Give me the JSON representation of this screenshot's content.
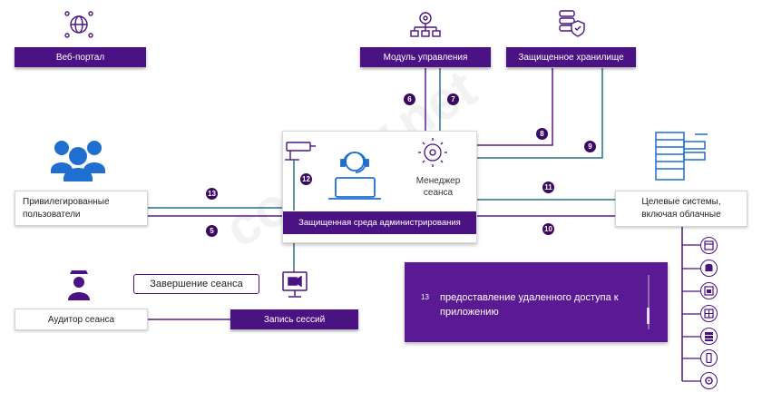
{
  "colors": {
    "primary": "#4b1283",
    "line_purple": "#5a1a94",
    "line_teal": "#2a6f86",
    "icon_blue": "#1f6fd1"
  },
  "boxes": {
    "web_portal": "Веб-портал",
    "management_module": "Модуль управления",
    "secure_storage": "Защищенное хранилище",
    "privileged_users": "Привилегированные пользователи",
    "target_systems": "Целевые системы, включая облачные",
    "session_auditor": "Аудитор сеанса",
    "session_recording": "Запись сессий",
    "session_end": "Завершение сеанса",
    "secure_admin_env": "Защищенная среда администрирования",
    "session_manager": "Менеджер сеанса"
  },
  "badges": {
    "b5": "5",
    "b6": "6",
    "b7": "7",
    "b8": "8",
    "b9": "9",
    "b10": "10",
    "b11": "11",
    "b12": "12",
    "b13": "13"
  },
  "info_card": {
    "number": "13",
    "text": "предоставление удаленного доступа к приложению"
  },
  "watermark": "codeby.net",
  "icons": [
    "globe-network-icon",
    "hierarchy-gear-icon",
    "database-shield-icon",
    "users-group-icon",
    "server-rack-icon",
    "auditor-person-icon",
    "camera-icon",
    "operator-headset-icon",
    "chip-gear-icon",
    "monitor-video-icon",
    "window-icon",
    "database-icon",
    "app-window-icon",
    "grid-window-icon",
    "server-icon",
    "mobile-icon",
    "cloud-gear-icon",
    "gear-icon"
  ]
}
